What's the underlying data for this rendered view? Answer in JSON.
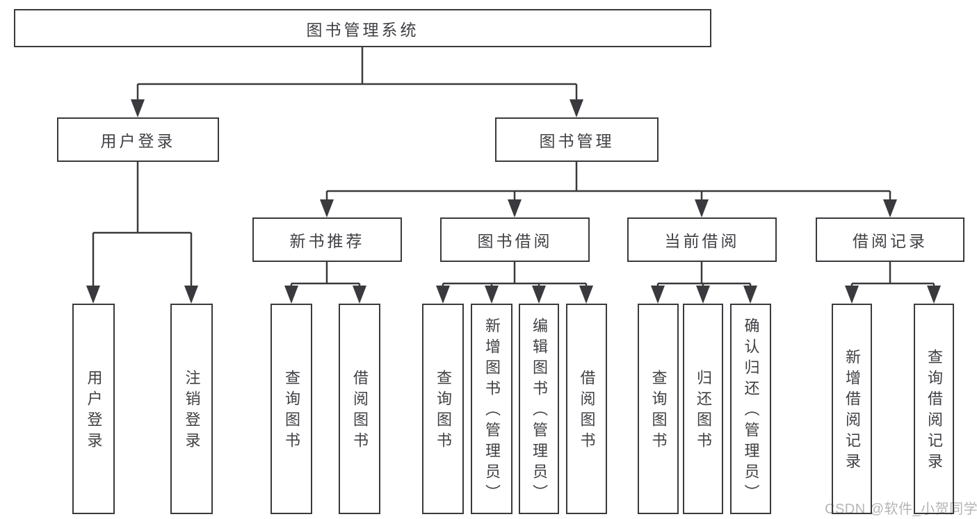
{
  "tree": {
    "root": {
      "label": "图书管理系统"
    },
    "user_login": {
      "label": "用户登录",
      "children": [
        {
          "label": "用户登录"
        },
        {
          "label": "注销登录"
        }
      ]
    },
    "book_management": {
      "label": "图书管理",
      "sections": [
        {
          "label": "新书推荐",
          "children": [
            {
              "label": "查询图书"
            },
            {
              "label": "借阅图书"
            }
          ]
        },
        {
          "label": "图书借阅",
          "children": [
            {
              "label": "查询图书"
            },
            {
              "label": "新增图书（管理员）"
            },
            {
              "label": "编辑图书（管理员）"
            },
            {
              "label": "借阅图书"
            }
          ]
        },
        {
          "label": "当前借阅",
          "children": [
            {
              "label": "查询图书"
            },
            {
              "label": "归还图书"
            },
            {
              "label": "确认归还（管理员）"
            }
          ]
        },
        {
          "label": "借阅记录",
          "children": [
            {
              "label": "新增借阅记录"
            },
            {
              "label": "查询借阅记录"
            }
          ]
        }
      ]
    }
  },
  "watermark": {
    "text": "CSDN @软件_小贺同学"
  },
  "colors": {
    "line": "#3a3a3e",
    "box_border": "#3a3a3e",
    "text": "#404045",
    "watermark_text": "#b5b5b5",
    "background": "#ffffff"
  }
}
